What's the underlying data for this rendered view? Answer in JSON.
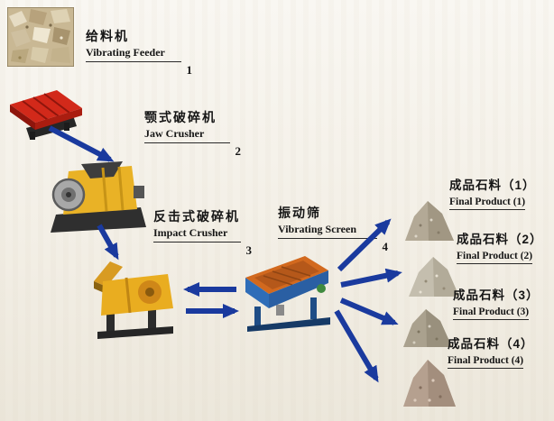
{
  "stages": [
    {
      "zh": "给料机",
      "en": "Vibrating Feeder",
      "num": "1"
    },
    {
      "zh": "颚式破碎机",
      "en": "Jaw Crusher",
      "num": "2"
    },
    {
      "zh": "反击式破碎机",
      "en": "Impact Crusher",
      "num": "3"
    },
    {
      "zh": "振动筛",
      "en": "Vibrating Screen",
      "num": "4"
    }
  ],
  "products": [
    {
      "zh": "成品石料（1）",
      "en": "Final Product (1)"
    },
    {
      "zh": "成品石料（2）",
      "en": "Final Product (2)"
    },
    {
      "zh": "成品石料（3）",
      "en": "Final Product (3)"
    },
    {
      "zh": "成品石料（4）",
      "en": "Final Product (4)"
    }
  ],
  "colors": {
    "arrow": "#1a3a9e",
    "feeder_red": "#d2291a",
    "crusher_yellow": "#e9b226",
    "impact_yellow": "#e9ad20",
    "screen_blue": "#2e6db8",
    "screen_deck_orange": "#d2691e",
    "leader_line": "#2a2a2a"
  }
}
